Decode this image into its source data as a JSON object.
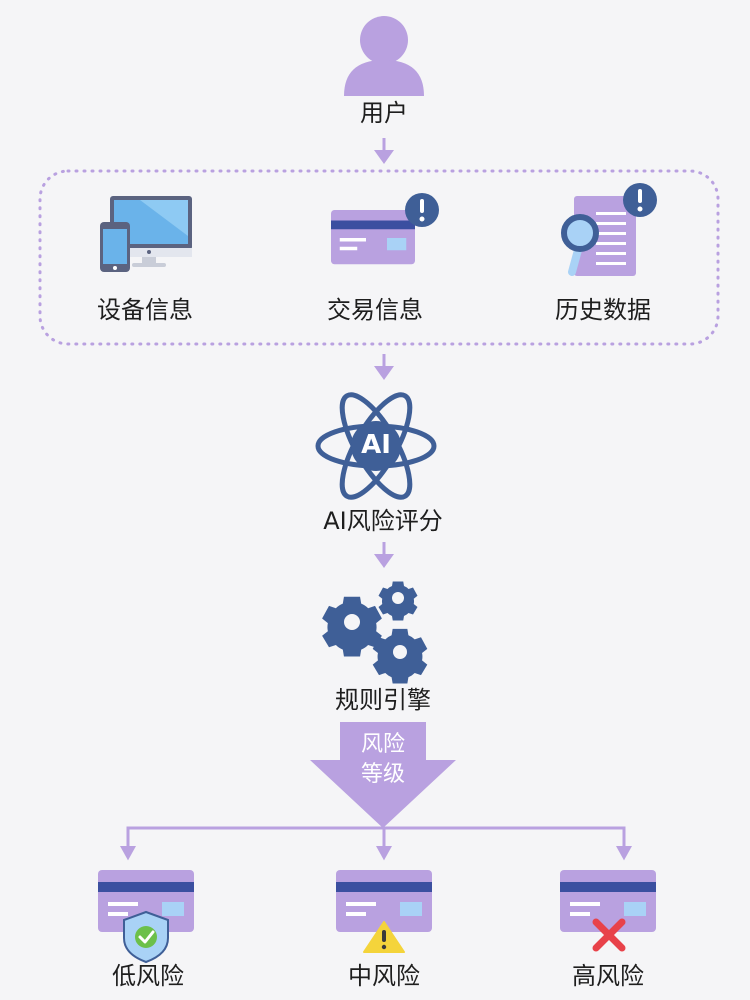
{
  "nodes": {
    "user": {
      "label": "用户"
    },
    "inputs": [
      {
        "label": "设备信息",
        "icon": "devices-icon"
      },
      {
        "label": "交易信息",
        "icon": "credit-card-alert-icon"
      },
      {
        "label": "历史数据",
        "icon": "document-search-alert-icon"
      }
    ],
    "ai": {
      "label": "AI风险评分",
      "badge": "AI"
    },
    "rules": {
      "label": "规则引擎"
    },
    "risk_level": {
      "line1": "风险",
      "line2": "等级"
    },
    "outputs": [
      {
        "label": "低风险",
        "icon": "shield-check-icon"
      },
      {
        "label": "中风险",
        "icon": "warning-triangle-icon"
      },
      {
        "label": "高风险",
        "icon": "red-x-icon"
      }
    ]
  },
  "colors": {
    "accent": "#b9a1e0",
    "accent_dark": "#a58bd5",
    "blue": "#3f5f97",
    "navy": "#2e4691",
    "card_stripe": "#3b4fa0",
    "light_blue": "#a9d2f6",
    "green": "#6cc04a",
    "yellow": "#f4d43b",
    "red": "#e8424a",
    "background": "#f5f5f7"
  }
}
